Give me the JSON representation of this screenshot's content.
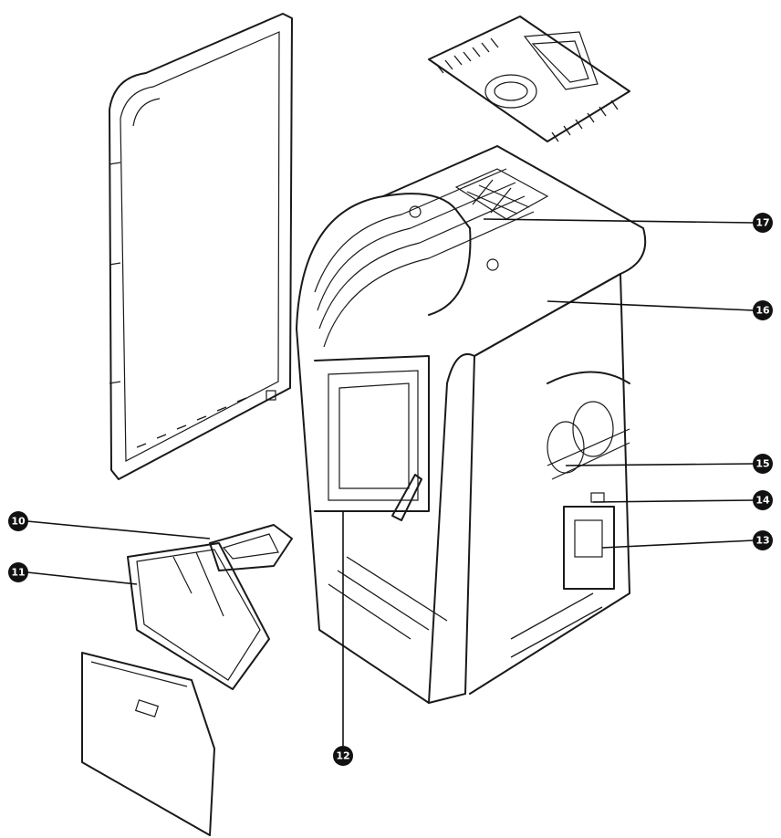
{
  "callouts": [
    {
      "id": "10",
      "label": "10"
    },
    {
      "id": "11",
      "label": "11"
    },
    {
      "id": "12",
      "label": "12"
    },
    {
      "id": "13",
      "label": "13"
    },
    {
      "id": "14",
      "label": "14"
    },
    {
      "id": "15",
      "label": "15"
    },
    {
      "id": "16",
      "label": "16"
    },
    {
      "id": "17",
      "label": "17"
    }
  ],
  "colors": {
    "line": "#1a1a1a",
    "badge": "#111111",
    "paper": "#ffffff"
  }
}
